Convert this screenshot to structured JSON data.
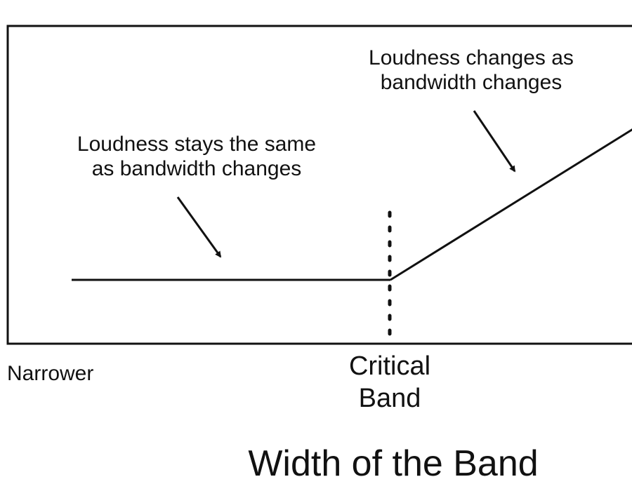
{
  "annotations": {
    "left": {
      "line1": "Loudness stays the same",
      "line2": "as bandwidth changes"
    },
    "right": {
      "line1": "Loudness changes as",
      "line2": "bandwidth changes"
    }
  },
  "axis": {
    "left_label": "Narrower",
    "marker_label_line1": "Critical",
    "marker_label_line2": "Band",
    "title": "Width of the Band"
  },
  "colors": {
    "stroke": "#111111",
    "background": "#ffffff"
  }
}
